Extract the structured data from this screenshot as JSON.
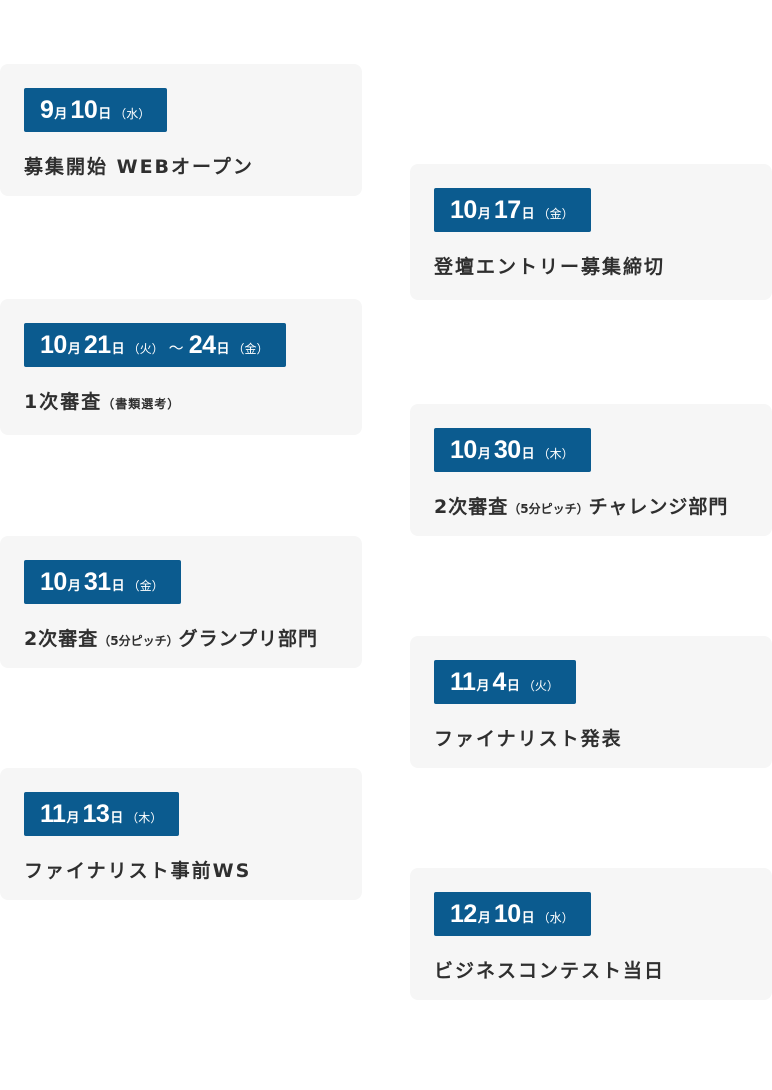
{
  "events": [
    {
      "month": "9",
      "month_unit": "月",
      "day": "10",
      "day_unit": "日",
      "weekday": "（水）",
      "title": "募集開始 WEBオープン"
    },
    {
      "month": "10",
      "month_unit": "月",
      "day": "17",
      "day_unit": "日",
      "weekday": "（金）",
      "title": "登壇エントリー募集締切"
    },
    {
      "month": "10",
      "month_unit": "月",
      "day": "21",
      "day_unit": "日",
      "weekday": "（火）",
      "range_sep": "～",
      "end_day": "24",
      "end_day_unit": "日",
      "end_weekday": "（金）",
      "title": "1次審査",
      "title_note": "（書類選考）"
    },
    {
      "month": "10",
      "month_unit": "月",
      "day": "30",
      "day_unit": "日",
      "weekday": "（木）",
      "title": "2次審査",
      "title_note": "（5分ピッチ）",
      "title_tail": "チャレンジ部門"
    },
    {
      "month": "10",
      "month_unit": "月",
      "day": "31",
      "day_unit": "日",
      "weekday": "（金）",
      "title": "2次審査",
      "title_note": "（5分ピッチ）",
      "title_tail": "グランプリ部門"
    },
    {
      "month": "11",
      "month_unit": "月",
      "day": "4",
      "day_unit": "日",
      "weekday": "（火）",
      "title": "ファイナリスト発表"
    },
    {
      "month": "11",
      "month_unit": "月",
      "day": "13",
      "day_unit": "日",
      "weekday": "（木）",
      "title": "ファイナリスト事前WS"
    },
    {
      "month": "12",
      "month_unit": "月",
      "day": "10",
      "day_unit": "日",
      "weekday": "（水）",
      "title": "ビジネスコンテスト当日"
    }
  ],
  "colors": {
    "badge": "#0b5b8f",
    "card": "#f6f6f6",
    "text": "#2f2f2f"
  }
}
